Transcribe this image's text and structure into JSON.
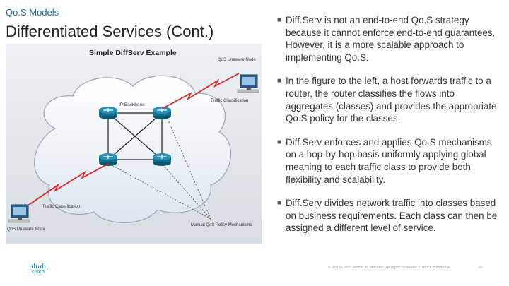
{
  "header": {
    "topic": "Qo.S Models",
    "title": "Differentiated Services (Cont.)"
  },
  "figure": {
    "title": "Simple DiffServ Example",
    "labels": {
      "top_node": "QoS Unaware Node",
      "top_classification": "Traffic Classification",
      "backbone": "IP Backbone",
      "bottom_classification": "Traffic Classification",
      "bottom_node": "QoS Unaware Node",
      "policy": "Manual QoS Policy Mechanisms"
    }
  },
  "bullets": [
    "Diff.Serv is not an end-to-end Qo.S strategy because it cannot enforce end-to-end guarantees.  However, it is a more scalable approach to implementing Qo.S.",
    "In the figure to the left, a host forwards traffic to a router, the router classifies the flows into aggregates (classes) and provides the appropriate Qo.S policy for the classes.",
    "Diff.Serv enforces and applies Qo.S mechanisms on a hop-by-hop basis uniformly applying global meaning to each traffic class to provide both flexibility and scalability.",
    "Diff.Serv divides network traffic into classes based on business requirements.  Each class can then be assigned a different level of service."
  ],
  "footer": {
    "copyright": "© 2013 Cisco and/or its affiliates. All rights reserved.     Cisco Confidential",
    "page_number": "28",
    "logo_text": "cisco"
  },
  "colors": {
    "accent": "#1b6fa8",
    "lightning": "#d42a2a",
    "router": "#0e6e8c",
    "logo": "#1ba0d7"
  }
}
